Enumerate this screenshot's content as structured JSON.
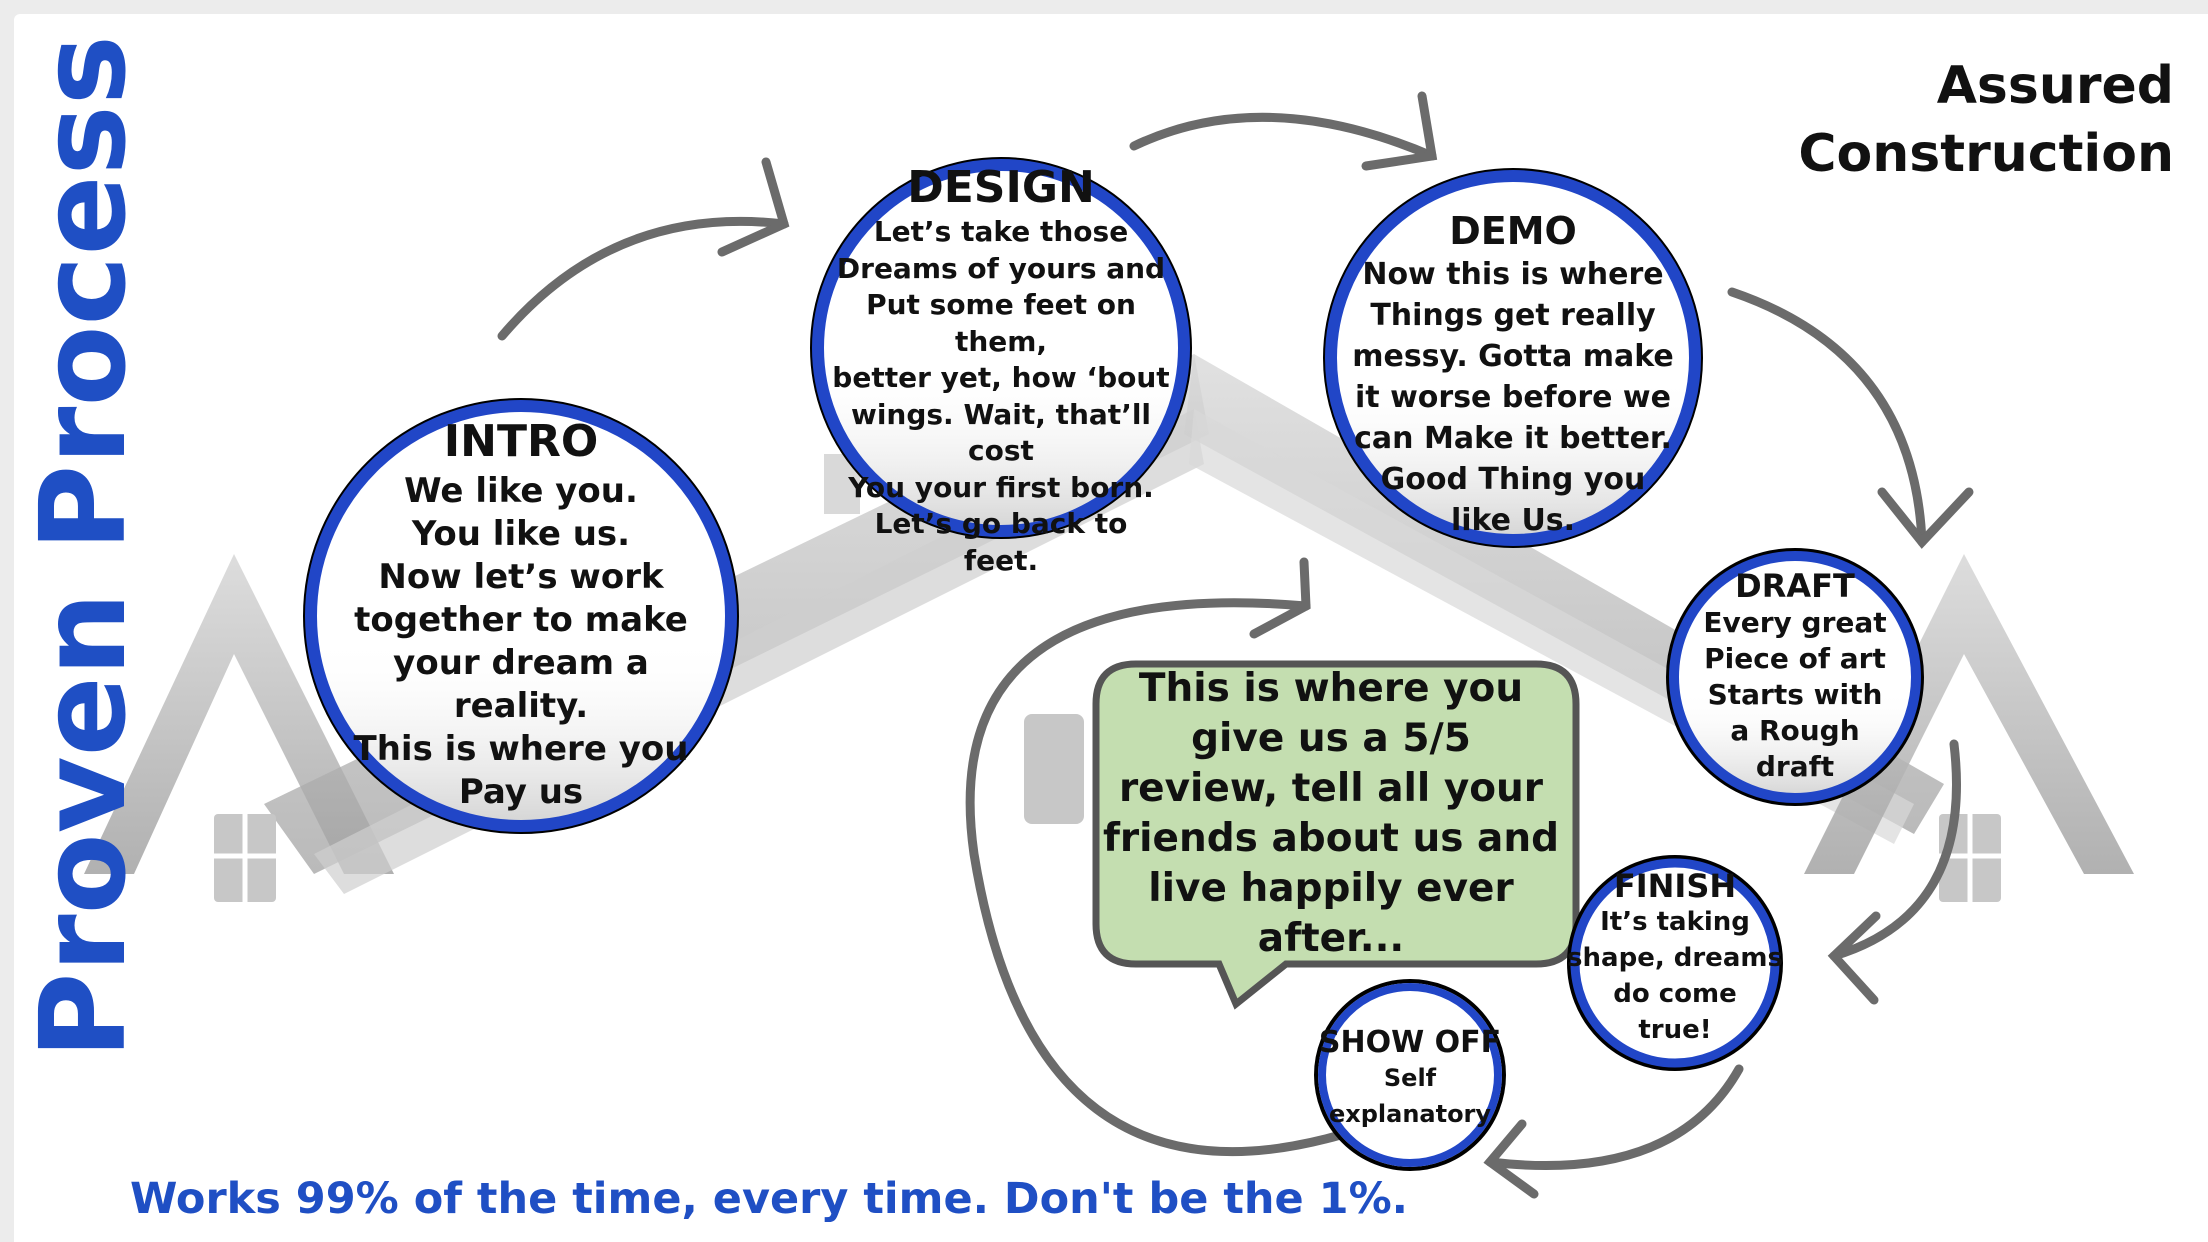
{
  "side_title": "Proven Process",
  "brand": {
    "line1": "Assured",
    "line2": "Construction"
  },
  "footer": "Works 99% of the time, every time. Don't be the 1%.",
  "steps": {
    "intro": {
      "title": "INTRO",
      "lines": [
        "We like you.",
        "You like us.",
        "Now let’s work",
        "together to make",
        "your dream a reality.",
        "This is where you",
        "Pay us"
      ]
    },
    "design": {
      "title": "DESIGN",
      "lines": [
        "Let’s take those",
        "Dreams of yours and",
        "Put some feet on them,",
        "better yet, how ‘bout",
        "wings. Wait, that’ll cost",
        "You your first born.",
        "Let’s go back to",
        "feet."
      ]
    },
    "demo": {
      "title": "DEMO",
      "lines": [
        "Now this is where",
        "Things get really",
        "messy. Gotta make",
        "it worse before we",
        "can Make it better.",
        "Good Thing you",
        "like Us."
      ]
    },
    "draft": {
      "title": "DRAFT",
      "lines": [
        "Every great",
        "Piece of art",
        "Starts with",
        "a Rough",
        "draft"
      ]
    },
    "finish": {
      "title": "FINISH",
      "lines": [
        "It’s taking",
        "shape, dreams",
        "do come",
        "true!"
      ]
    },
    "show_off": {
      "title": "SHOW OFF",
      "lines": [
        "Self",
        "explanatory"
      ]
    }
  },
  "review_bubble": {
    "lines": [
      "This is where you",
      "give us a 5/5",
      "review, tell all your",
      "friends about us and",
      "live happily ever",
      "after..."
    ]
  },
  "colors": {
    "circle_ring": "#2146c7",
    "title_blue": "#1f4fc4",
    "bubble_fill": "#c4deb0",
    "bubble_border": "#555555",
    "arrow": "#6b6b6b",
    "roof": "#b9b9b9"
  }
}
